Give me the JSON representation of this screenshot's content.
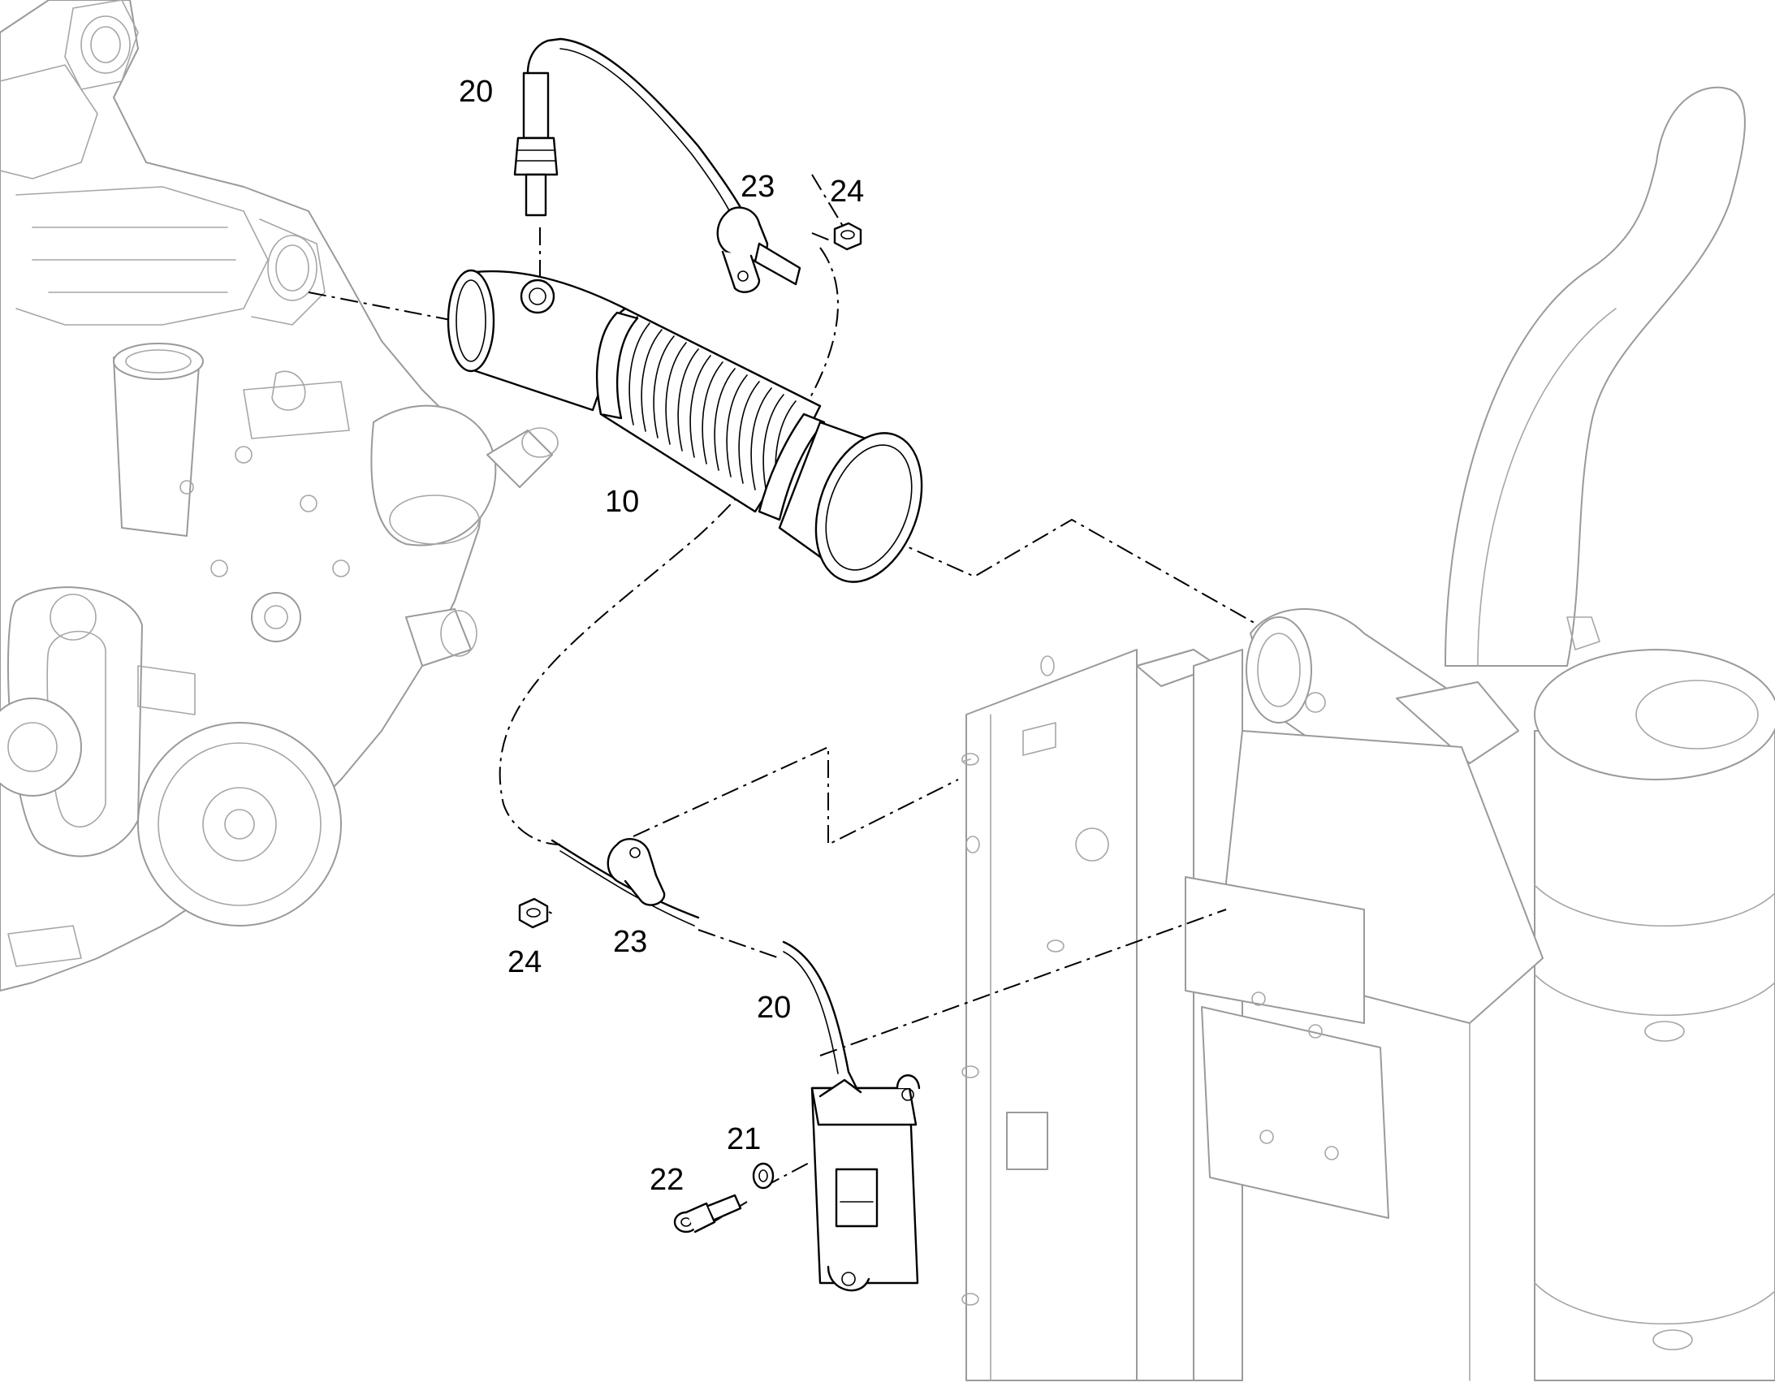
{
  "callouts": {
    "c20_top": "20",
    "c23_top": "23",
    "c24_top": "24",
    "c10": "10",
    "c24_bottom": "24",
    "c23_bottom": "23",
    "c20_bottom": "20",
    "c21": "21",
    "c22": "22"
  }
}
